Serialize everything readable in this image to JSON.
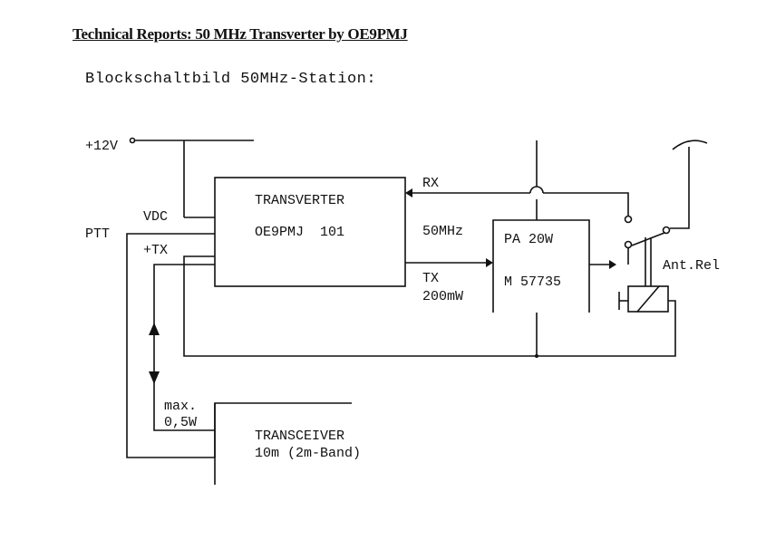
{
  "header": {
    "title": "Technical Reports: 50 MHz Transverter by OE9PMJ",
    "subtitle": "Blockschaltbild 50MHz-Station:"
  },
  "labels": {
    "supply": "+12V",
    "ptt": "PTT",
    "vdc": "VDC",
    "tx_in": "+TX",
    "rx": "RX",
    "freq": "50MHz",
    "tx_out": "TX",
    "tx_power": "200mW",
    "ant_rel": "Ant.Rel",
    "max": "max.",
    "max_power": "0,5W"
  },
  "blocks": {
    "transverter": {
      "name": "TRANSVERTER",
      "model": "OE9PMJ  101"
    },
    "pa": {
      "name": "PA 20W",
      "model": "M 57735"
    },
    "transceiver": {
      "name": "TRANSCEIVER",
      "model": "10m (2m-Band)"
    }
  }
}
